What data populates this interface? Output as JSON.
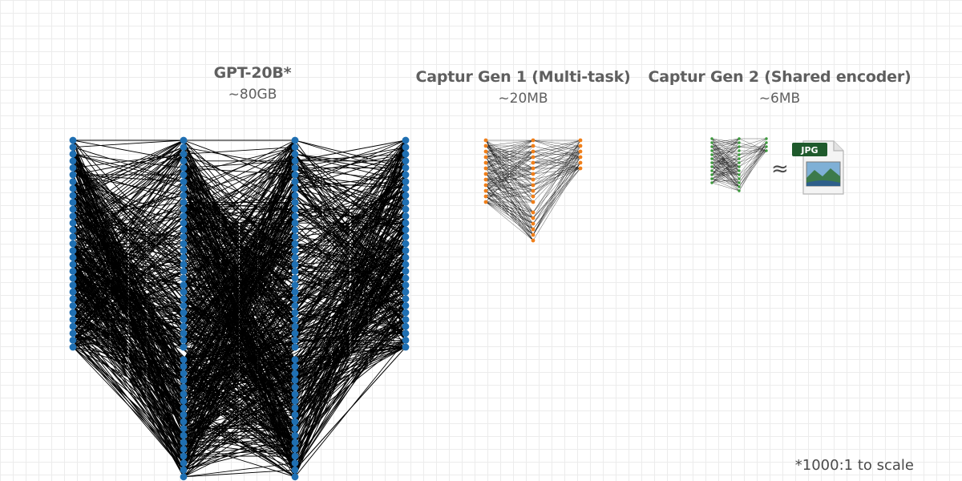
{
  "models": [
    {
      "title": "GPT-20B*",
      "size": "~80GB",
      "node_color": "#1f6fb2"
    },
    {
      "title": "Captur Gen 1 (Multi-task)",
      "size": "~20MB",
      "node_color": "#f07f1a"
    },
    {
      "title": "Captur Gen 2 (Shared encoder)",
      "size": "~6MB",
      "node_color": "#3c9a3c"
    }
  ],
  "approx_symbol": "≈",
  "jpg_badge": "JPG",
  "footnote": "*1000:1 to scale"
}
